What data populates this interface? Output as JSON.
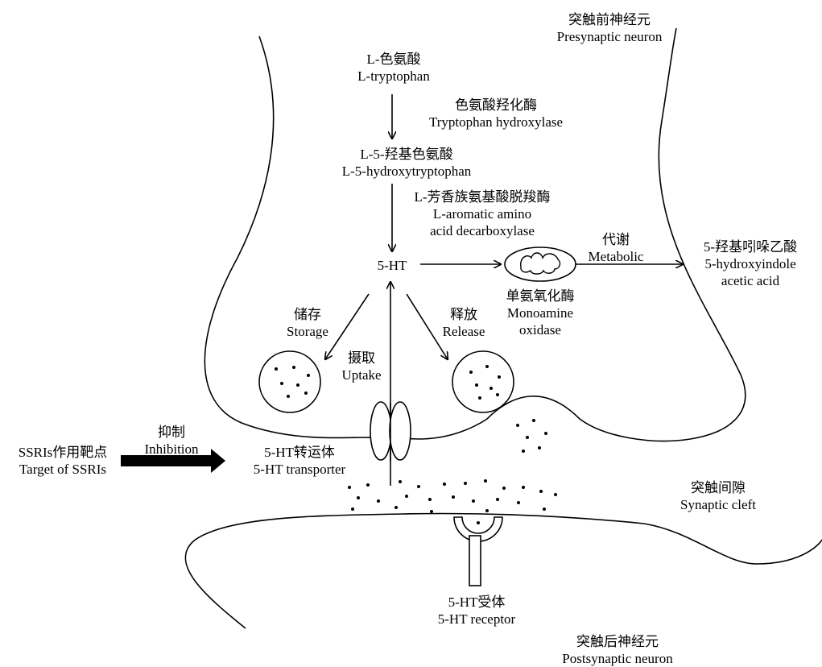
{
  "presynaptic": {
    "zh": "突触前神经元",
    "en": "Presynaptic neuron"
  },
  "tryptophan": {
    "zh": "L-色氨酸",
    "en": "L-tryptophan"
  },
  "hydroxylase": {
    "zh": "色氨酸羟化酶",
    "en": "Tryptophan hydroxylase"
  },
  "htp": {
    "zh": "L-5-羟基色氨酸",
    "en": "L-5-hydroxytryptophan"
  },
  "decarboxylase": {
    "zh": "L-芳香族氨基酸脱羧酶",
    "en1": "L-aromatic amino",
    "en2": "acid decarboxylase"
  },
  "serotonin": {
    "label": "5-HT"
  },
  "metabolic": {
    "zh": "代谢",
    "en": "Metabolic"
  },
  "hiaa": {
    "zh": "5-羟基吲哚乙酸",
    "en1": "5-hydroxyindole",
    "en2": "acetic acid"
  },
  "mao": {
    "zh": "单氨氧化酶",
    "en1": "Monoamine",
    "en2": "oxidase"
  },
  "storage": {
    "zh": "储存",
    "en": "Storage"
  },
  "release": {
    "zh": "释放",
    "en": "Release"
  },
  "uptake": {
    "zh": "摄取",
    "en": "Uptake"
  },
  "ssri": {
    "zh": "SSRIs作用靶点",
    "en": "Target of SSRIs"
  },
  "inhibition": {
    "zh": "抑制",
    "en": "Inhibition"
  },
  "transporter": {
    "zh": "5-HT转运体",
    "en": "5-HT transporter"
  },
  "cleft": {
    "zh": "突触间隙",
    "en": "Synaptic cleft"
  },
  "receptor": {
    "zh": "5-HT受体",
    "en": "5-HT receptor"
  },
  "postsynaptic": {
    "zh": "突触后神经元",
    "en": "Postsynaptic neuron"
  },
  "colors": {
    "stroke": "#000000",
    "background": "#ffffff"
  }
}
